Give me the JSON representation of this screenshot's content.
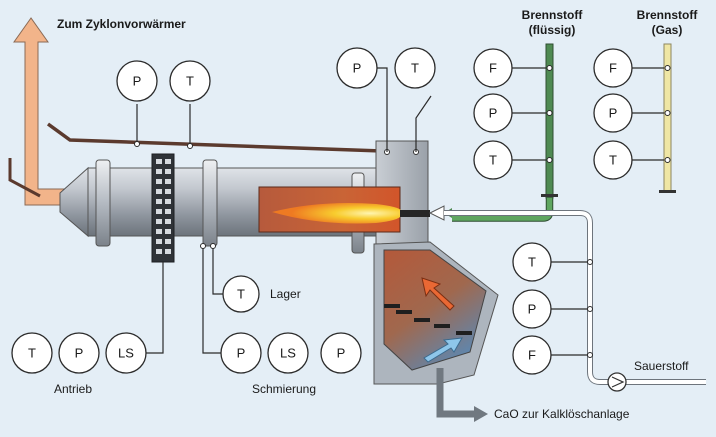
{
  "labels": {
    "exhaust": "Zum Zyklonvorwärmer",
    "fuel_liquid_line1": "Brennstoff",
    "fuel_liquid_line2": "(flüssig)",
    "fuel_gas_line1": "Brennstoff",
    "fuel_gas_line2": "(Gas)",
    "bearing": "Lager",
    "drive": "Antrieb",
    "lubrication": "Schmierung",
    "oxygen": "Sauerstoff",
    "product": "CaO zur Kalklöschanlage"
  },
  "sensors": {
    "top_p": "P",
    "top_t": "T",
    "hood_p": "P",
    "hood_t": "T",
    "fuel_liquid": [
      "F",
      "P",
      "T"
    ],
    "fuel_gas": [
      "F",
      "P",
      "T"
    ],
    "oxygen": [
      "T",
      "P",
      "F"
    ],
    "bearing": "T",
    "drive": [
      "T",
      "P",
      "LS"
    ],
    "lubrication": [
      "P",
      "LS",
      "P"
    ]
  },
  "colors": {
    "background": "#e4eef6",
    "exhaust_pipe": "#f2b48a",
    "fuel_liquid_pipe": "#4f8a52",
    "fuel_gas_pipe": "#efe6a4",
    "oxygen_pipe": "#ffffff",
    "hot_zone": "#c9582e",
    "flame": "#f7c431"
  }
}
